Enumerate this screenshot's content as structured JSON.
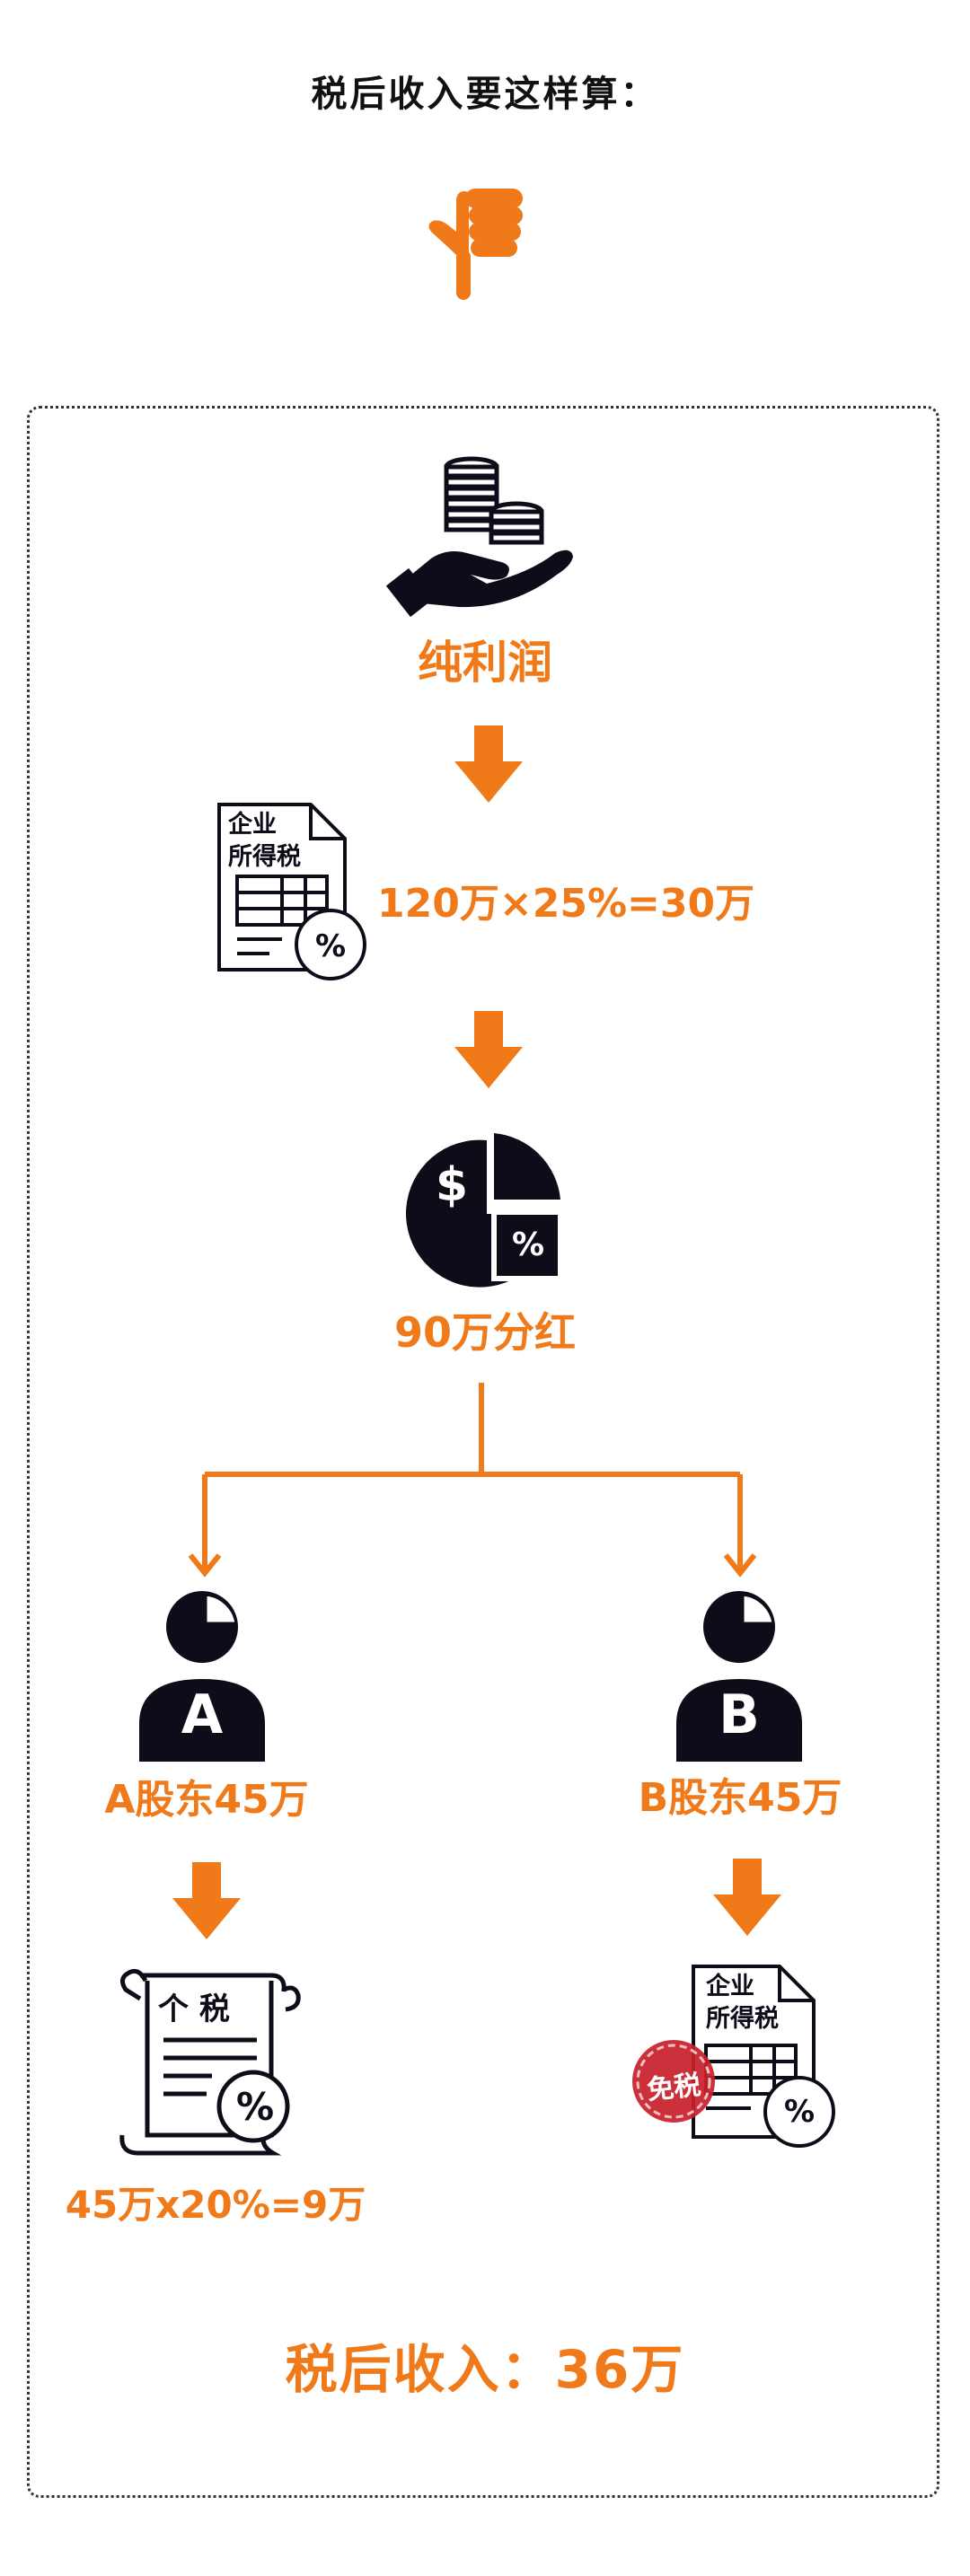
{
  "title": "税后收入要这样算：",
  "net_profit": {
    "label": "纯利润",
    "icon": "money-hand-icon"
  },
  "corporate_tax": {
    "form_title_line1": "企业",
    "form_title_line2": "所得税",
    "percent_symbol": "%",
    "formula": "120万×25%=30万"
  },
  "dividend": {
    "label": "90万分红",
    "dollar": "$",
    "percent_symbol": "%"
  },
  "shareholder_a": {
    "letter": "A",
    "label": "A股东45万"
  },
  "shareholder_b": {
    "letter": "B",
    "label": "B股东45万"
  },
  "personal_tax": {
    "form_title": "个 税",
    "percent_symbol": "%",
    "formula": "45万x20%=9万"
  },
  "tax_exempt": {
    "form_title_line1": "企业",
    "form_title_line2": "所得税",
    "percent_symbol": "%",
    "stamp": "免税"
  },
  "result": "税后收入：36万",
  "colors": {
    "accent": "#f07a1a",
    "ink": "#0d0d1a",
    "stamp": "#c8202a"
  }
}
